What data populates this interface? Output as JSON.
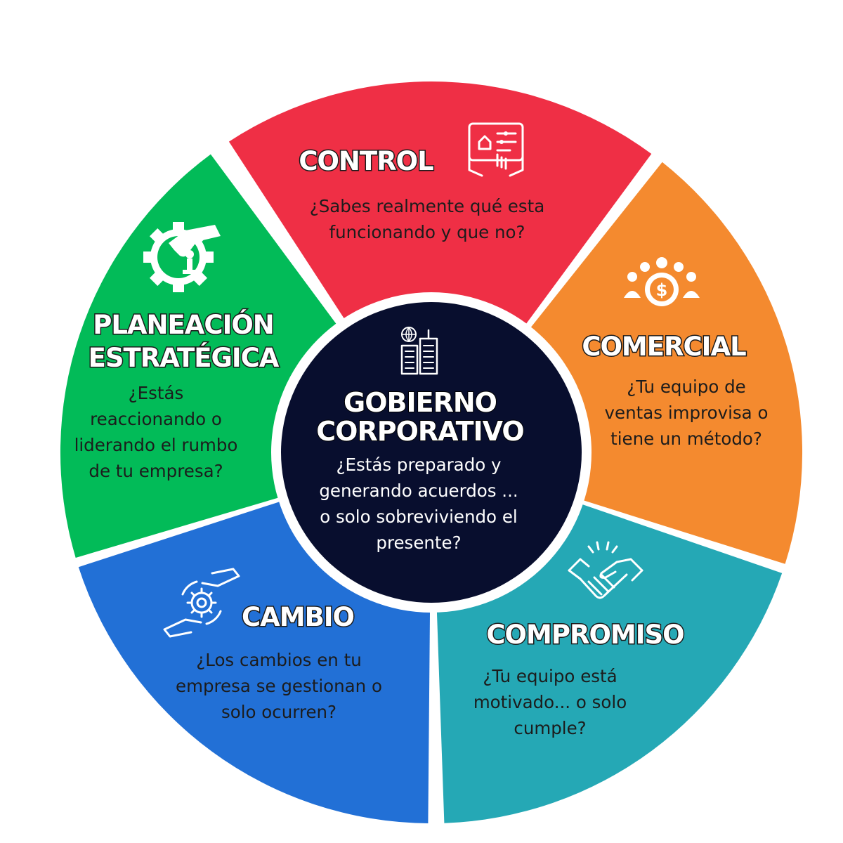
{
  "colors": {
    "control": "#EF2F45",
    "comercial": "#F48A2F",
    "compromiso": "#25A8B5",
    "cambio": "#2270D6",
    "planeacion": "#02BB58",
    "center": "#080E2E"
  },
  "center": {
    "title_line1": "GOBIERNO",
    "title_line2": "CORPORATIVO",
    "question_lines": [
      "¿Estás preparado y",
      "generando acuerdos ...",
      "o solo sobreviviendo el",
      "presente?"
    ],
    "icon": "city-buildings-icon"
  },
  "segments": {
    "control": {
      "title": "CONTROL",
      "question_lines": [
        "¿Sabes realmente qué esta",
        "funcionando y que no?"
      ],
      "icon": "touch-screen-control-icon"
    },
    "comercial": {
      "title": "COMERCIAL",
      "question_lines": [
        "¿Tu equipo de",
        "ventas improvisa o",
        "tiene un método?"
      ],
      "icon": "team-money-icon"
    },
    "compromiso": {
      "title": "COMPROMISO",
      "question_lines": [
        "¿Tu equipo está",
        "motivado... o solo",
        "cumple?"
      ],
      "icon": "handshake-icon"
    },
    "cambio": {
      "title": "CAMBIO",
      "question_lines": [
        "¿Los cambios en tu",
        "empresa se gestionan o",
        "solo ocurren?"
      ],
      "icon": "hands-gear-icon"
    },
    "planeacion": {
      "title_line1": "PLANEACIÓN",
      "title_line2": "ESTRATÉGICA",
      "question_lines": [
        "¿Estás",
        "reaccionando o",
        "liderando el rumbo",
        "de tu empresa?"
      ],
      "icon": "gear-hand-chess-icon"
    }
  }
}
